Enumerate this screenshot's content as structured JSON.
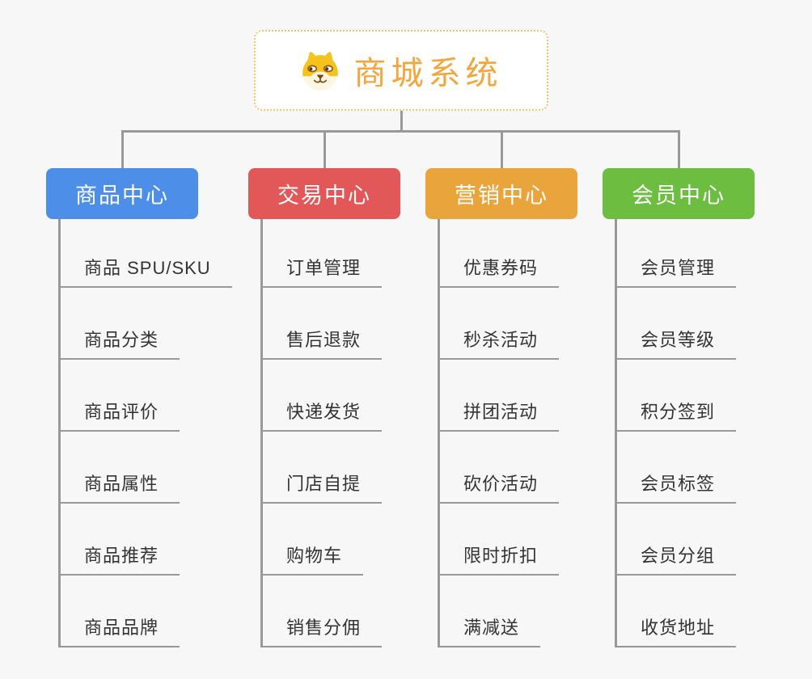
{
  "background_color": "#f7f7f7",
  "connector_color": "#999999",
  "item_text_color": "#333333",
  "root": {
    "title": "商城系统",
    "icon": "dog-face-icon",
    "text_color": "#f2a63c",
    "border_color": "#f2c46e",
    "fill_color": "#ffffff"
  },
  "branches": [
    {
      "label": "商品中心",
      "color": "#4d8fe8",
      "items": [
        "商品 SPU/SKU",
        "商品分类",
        "商品评价",
        "商品属性",
        "商品推荐",
        "商品品牌"
      ]
    },
    {
      "label": "交易中心",
      "color": "#e25757",
      "items": [
        "订单管理",
        "售后退款",
        "快递发货",
        "门店自提",
        "购物车",
        "销售分佣"
      ]
    },
    {
      "label": "营销中心",
      "color": "#e9a43b",
      "items": [
        "优惠券码",
        "秒杀活动",
        "拼团活动",
        "砍价活动",
        "限时折扣",
        "满减送"
      ]
    },
    {
      "label": "会员中心",
      "color": "#6cbd40",
      "items": [
        "会员管理",
        "会员等级",
        "积分签到",
        "会员标签",
        "会员分组",
        "收货地址"
      ]
    }
  ]
}
